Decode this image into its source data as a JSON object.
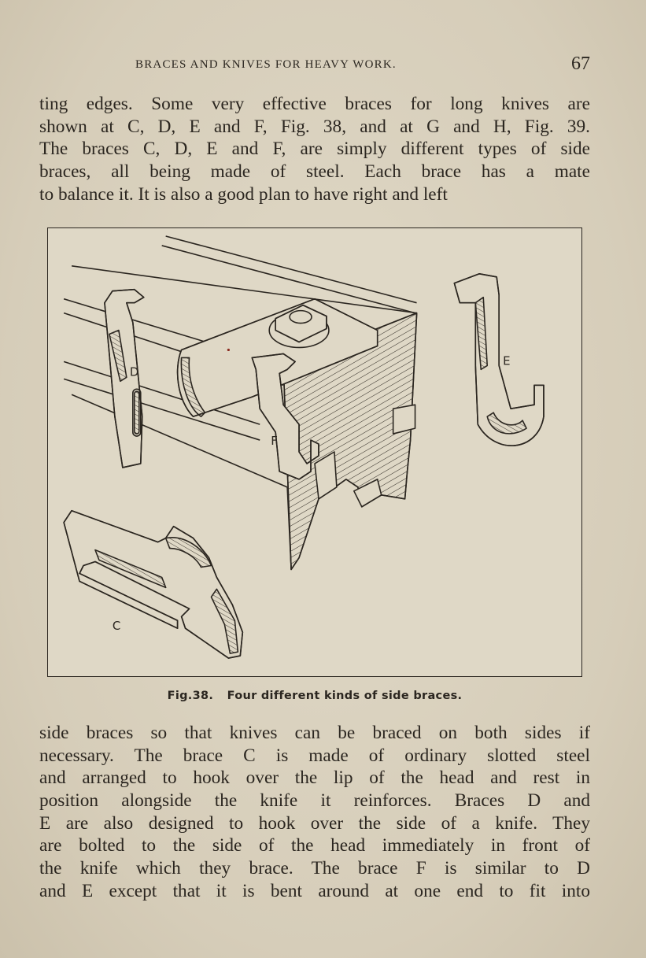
{
  "header": {
    "running_title": "BRACES AND KNIVES FOR HEAVY WORK.",
    "page_number": "67"
  },
  "top_text": {
    "lines": [
      "ting edges. Some very effective braces for long knives are",
      "shown at C, D, E and F, Fig. 38, and at G and H, Fig. 39.",
      "The braces C, D, E and F, are simply different types of side",
      "braces, all being made of steel. Each brace has a mate",
      "to balance it. It is also a good plan to have right and left"
    ]
  },
  "figure": {
    "labels": {
      "c": "C",
      "d": "D",
      "e": "E",
      "f": "F"
    },
    "caption_label": "Fig.38.",
    "caption_text": "Four different kinds of side braces."
  },
  "bottom_text": {
    "lines": [
      "side braces so that knives can be braced on both sides if",
      "necessary. The brace C is made of ordinary slotted steel",
      "and arranged to hook over the lip of the head and rest in",
      "position alongside the knife it reinforces. Braces D and",
      "E are also designed to hook over the side of a knife. They",
      "are bolted to the side of the head immediately in front of",
      "the knife which they brace. The brace F is similar to D",
      "and E except that it is bent around at one end to fit into"
    ]
  }
}
